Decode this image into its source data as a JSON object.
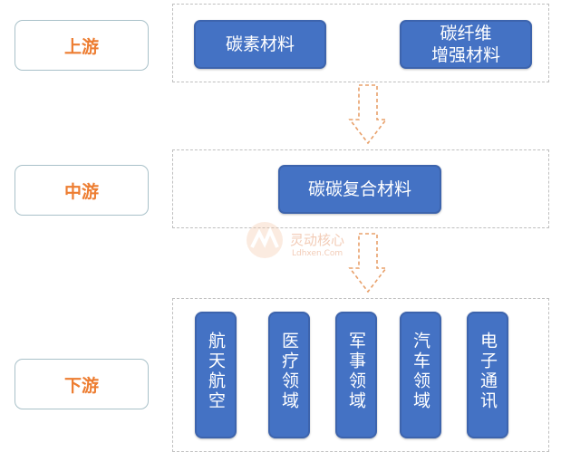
{
  "stages": {
    "upstream": "上游",
    "midstream": "中游",
    "downstream": "下游"
  },
  "upstream_items": {
    "carbon_material": "碳素材料",
    "fiber_material": "碳纤维\n增强材料"
  },
  "midstream_items": {
    "composite": "碳碳复合材料"
  },
  "downstream_items": [
    "航天航空",
    "医疗领域",
    "军事领域",
    "汽车领域",
    "电子通讯"
  ],
  "watermark": {
    "cn": "灵动核心",
    "en": "Ldhxen.Com"
  },
  "colors": {
    "node_fill": "#4472c4",
    "stage_text": "#ed7d31",
    "arrow": "#e8a06a"
  }
}
